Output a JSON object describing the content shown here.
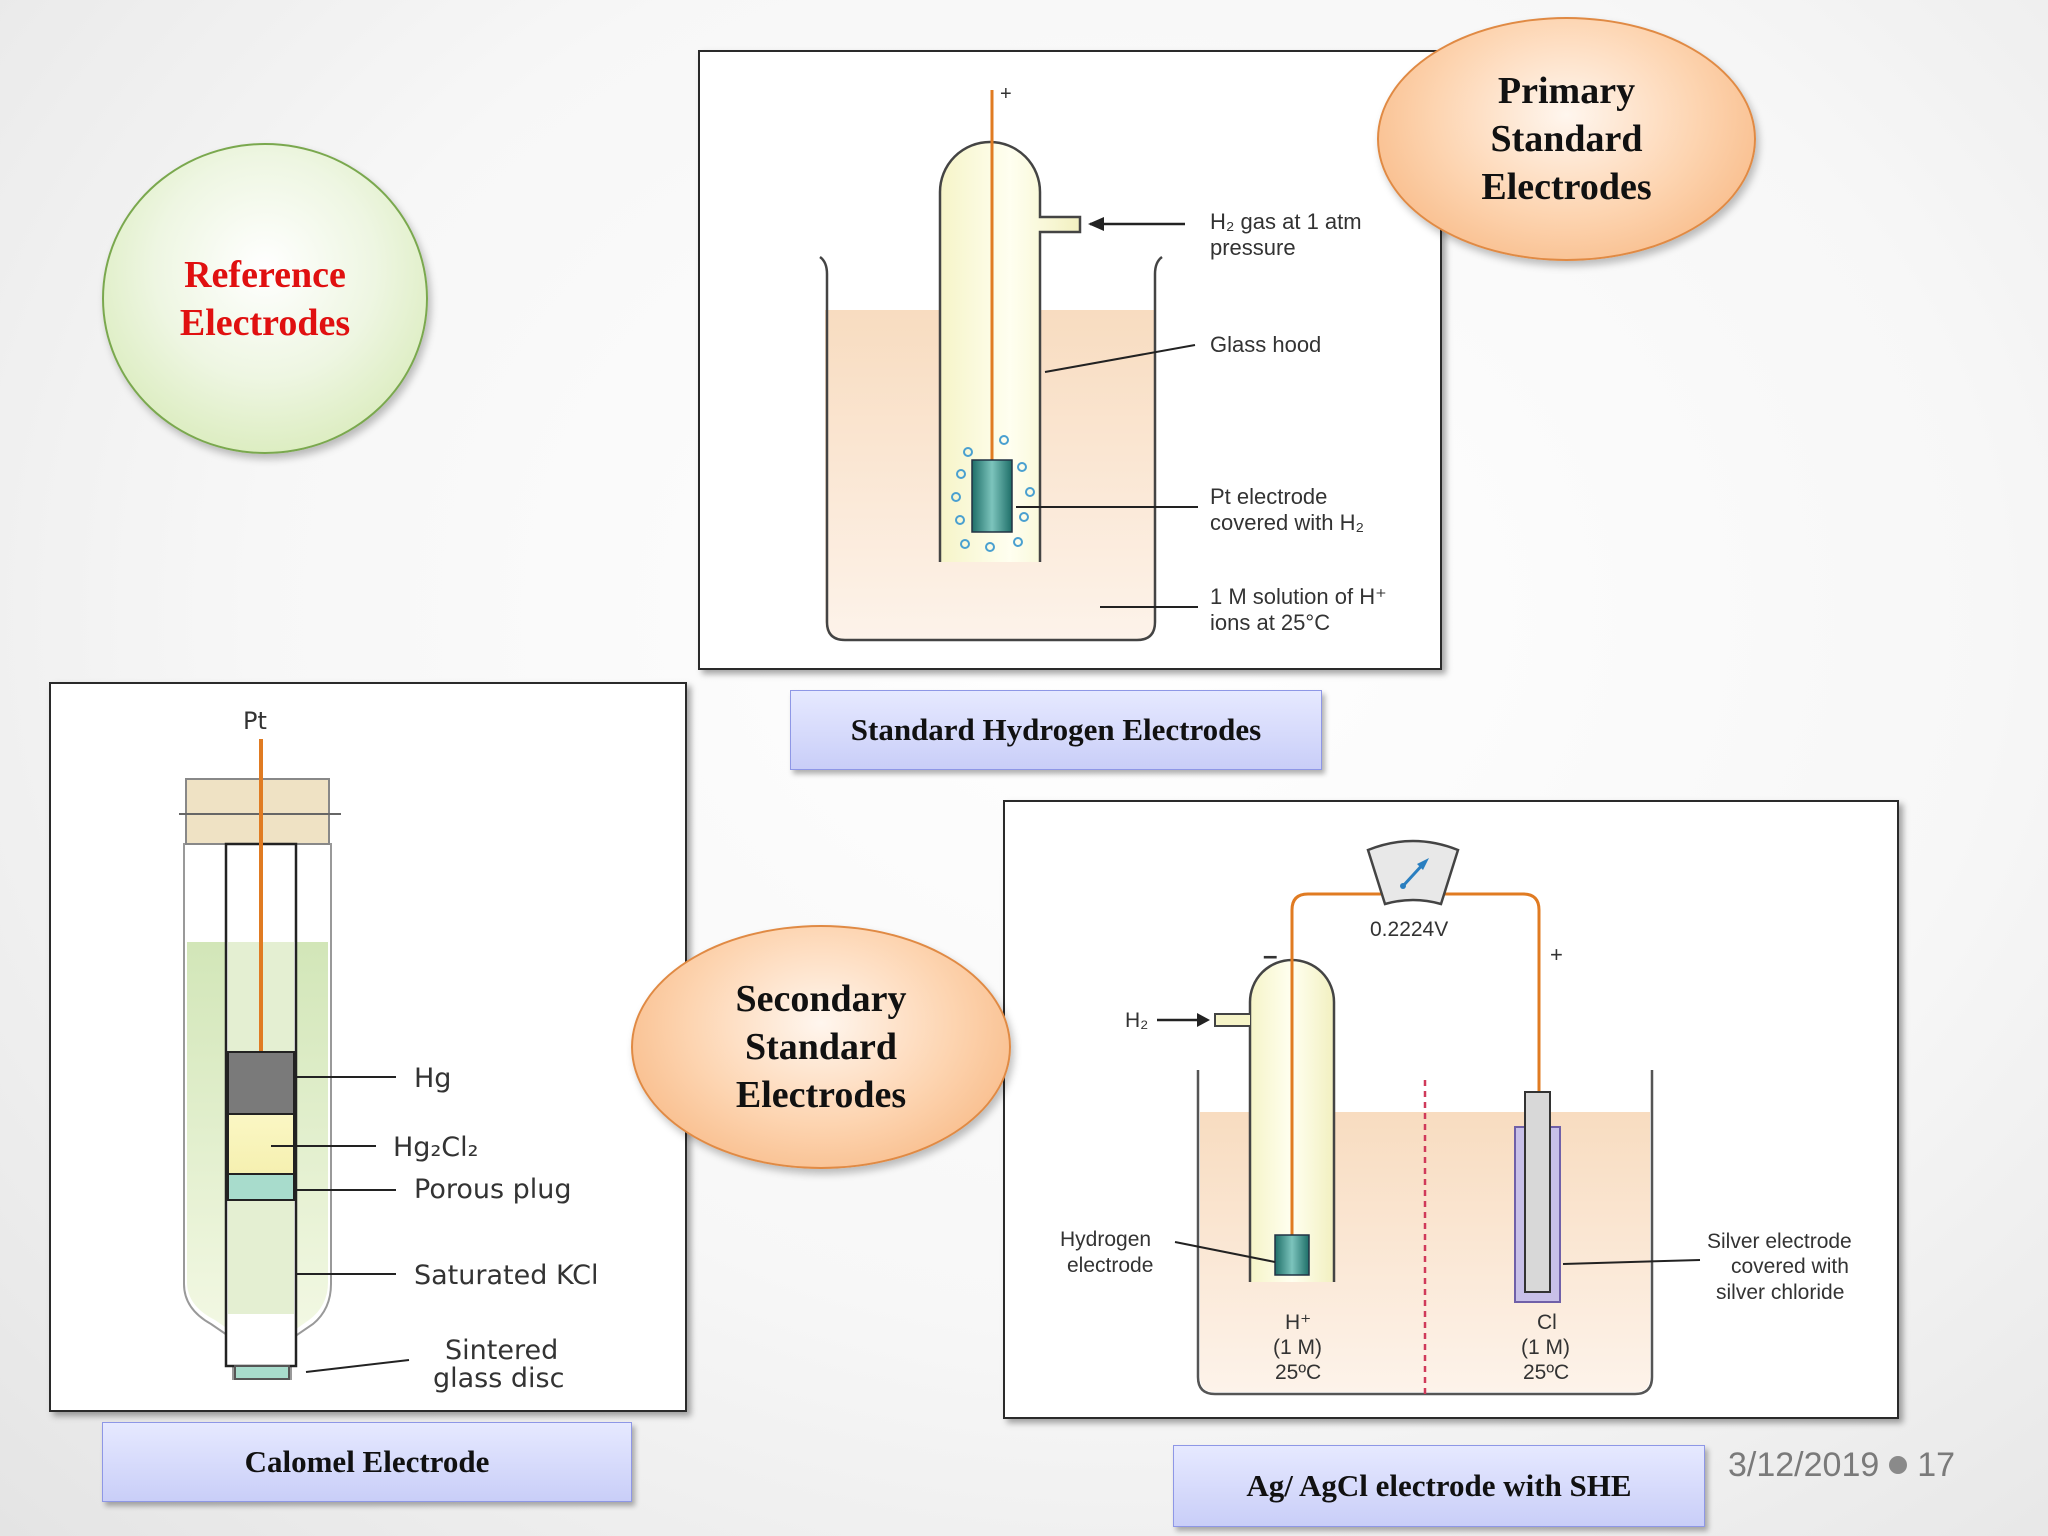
{
  "reference_label": [
    "Reference",
    "Electrodes"
  ],
  "primary_label": [
    "Primary",
    "Standard",
    "Electrodes"
  ],
  "secondary_label": [
    "Secondary",
    "Standard",
    "Electrodes"
  ],
  "she": {
    "caption": "Standard Hydrogen Electrodes",
    "plus": "+",
    "h2_gas_1": "H₂ gas at 1 atm",
    "h2_gas_2": "pressure",
    "glass_hood": "Glass hood",
    "pt_electrode_1": "Pt electrode",
    "pt_electrode_2": "covered with H₂",
    "solution_1": "1 M solution of H⁺",
    "solution_2": "ions at 25°C"
  },
  "calomel": {
    "caption": "Calomel Electrode",
    "pt": "Pt",
    "hg": "Hg",
    "hg2cl2": "Hg₂Cl₂",
    "porous_plug": "Porous plug",
    "saturated_kcl": "Saturated KCl",
    "sintered_1": "Sintered",
    "sintered_2": "glass disc"
  },
  "agcl": {
    "caption": "Ag/ AgCl electrode with SHE",
    "voltage": "0.2224V",
    "minus": "–",
    "plus": "+",
    "h2": "H₂",
    "hydrogen_1": "Hydrogen",
    "hydrogen_2": "electrode",
    "silver_1": "Silver electrode",
    "silver_2": "covered with",
    "silver_3": "silver chloride",
    "hplus_1": "H⁺",
    "hplus_2": "(1 M)",
    "hplus_3": "25ºC",
    "cl_1": "Cl",
    "cl_2": "(1 M)",
    "cl_3": "25ºC"
  },
  "footer": {
    "date": "3/12/2019",
    "page": "17"
  },
  "colors": {
    "accent_red": "#e01010",
    "orange_wire": "#e07b22",
    "electrode": "#2b8a82"
  }
}
